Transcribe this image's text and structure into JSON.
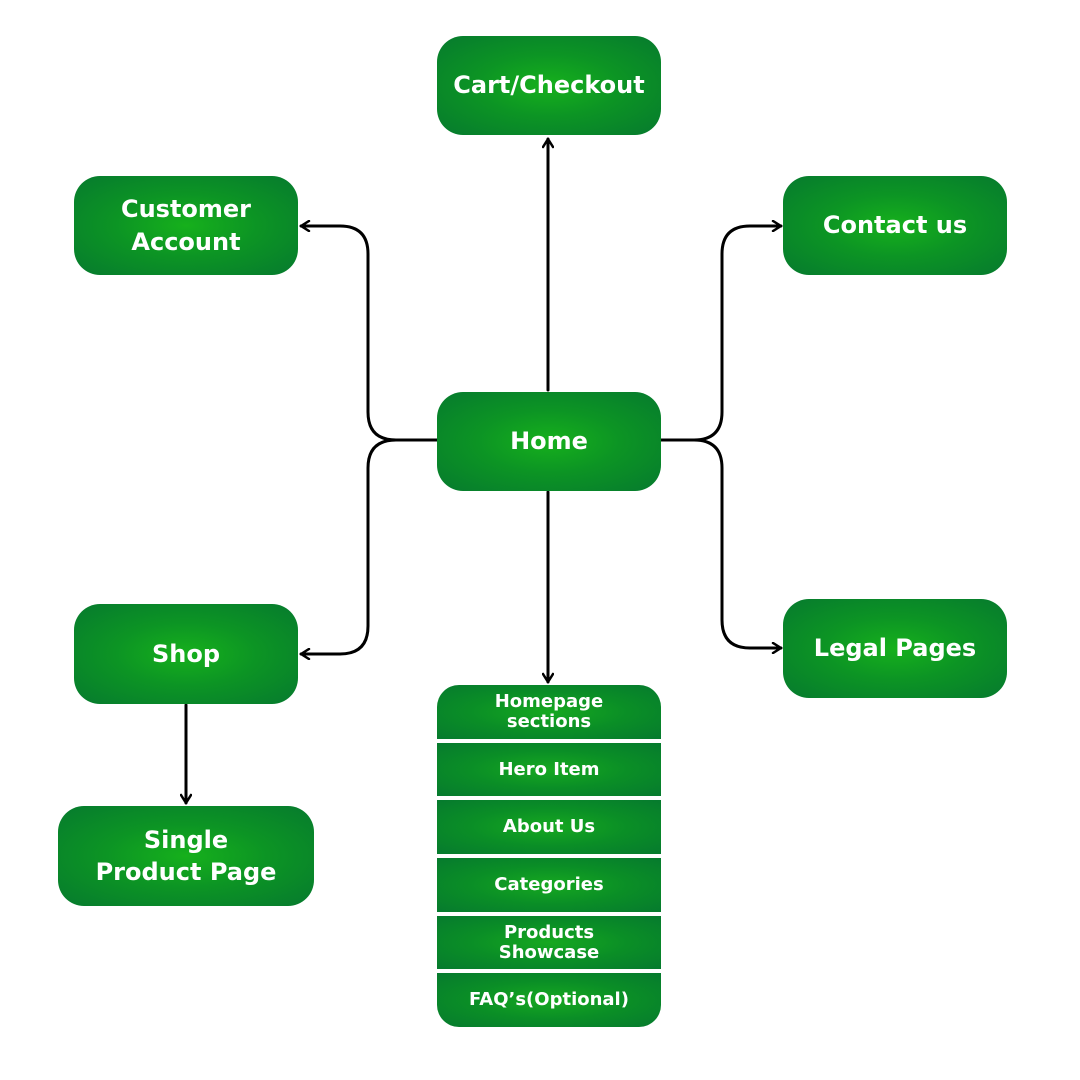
{
  "colors": {
    "node_center": "#16b01c",
    "node_edge": "#067a2e",
    "connector": "#000000",
    "background": "#ffffff",
    "text": "#ffffff"
  },
  "nodes": {
    "cart": "Cart/Checkout",
    "customer_account": "Customer Account",
    "contact": "Contact us",
    "home": "Home",
    "shop": "Shop",
    "legal": "Legal Pages",
    "single_product": "Single Product Page"
  },
  "homepage_sections": {
    "items": [
      "Homepage sections",
      "Hero Item",
      "About Us",
      "Categories",
      "Products Showcase",
      "FAQ’s(Optional)"
    ]
  },
  "edges": [
    {
      "from": "Home",
      "to": "Cart/Checkout"
    },
    {
      "from": "Home",
      "to": "Customer Account"
    },
    {
      "from": "Home",
      "to": "Contact us"
    },
    {
      "from": "Home",
      "to": "Shop"
    },
    {
      "from": "Home",
      "to": "Legal Pages"
    },
    {
      "from": "Home",
      "to": "Homepage sections"
    },
    {
      "from": "Shop",
      "to": "Single Product Page"
    }
  ]
}
